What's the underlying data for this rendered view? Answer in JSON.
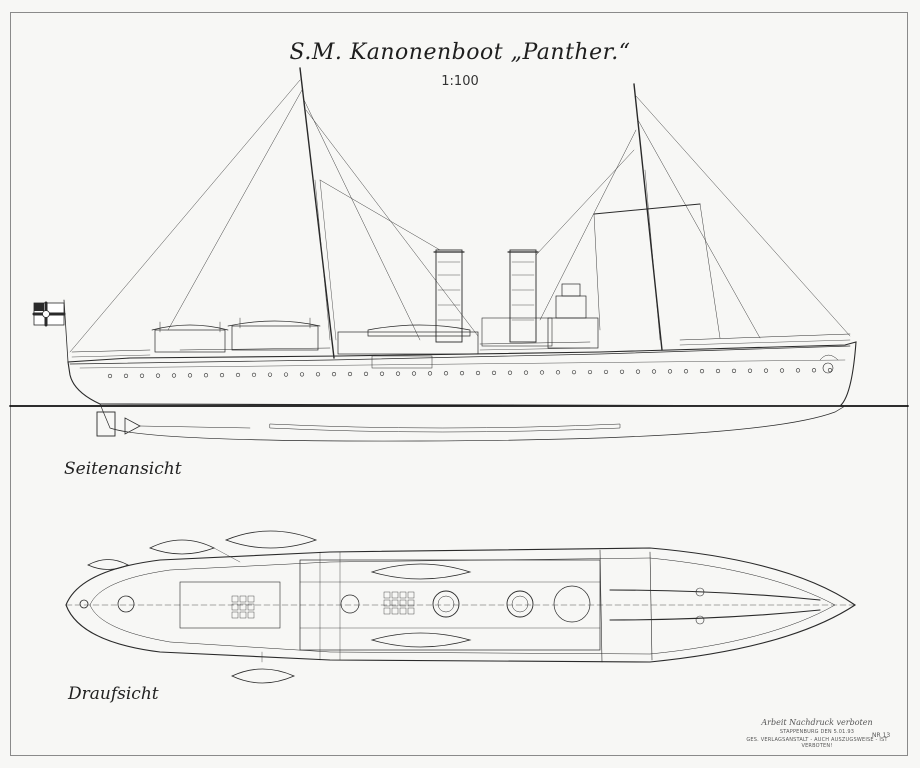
{
  "drawing": {
    "title": "S.M. Kanonenboot „Panther.“",
    "scale": "1:100",
    "side_view_label": "Seitenansicht",
    "plan_view_label": "Draufsicht",
    "sheet_number": "NR 13",
    "stamp": {
      "signature": "Arbeit Nachdruck verboten",
      "line1": "STAPPENBURG DEN 5.01.93",
      "line2": "GES. VERLAGSANSTALT - AUCH AUSZUGSWEISE - IST VERBOTEN!"
    },
    "flag_icon": "imperial-naval-ensign-icon",
    "colors": {
      "ink": "#2a2a2a",
      "paper": "#f7f7f5",
      "waterline": "#111111"
    }
  }
}
